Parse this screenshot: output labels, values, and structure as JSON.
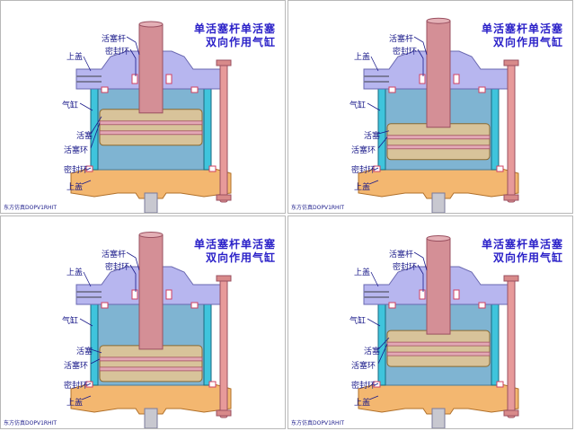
{
  "title_line1": "单活塞杆单活塞",
  "title_line2": "双向作用气缸",
  "labels": {
    "piston_rod": "活塞杆",
    "seal_ring": "密封环",
    "top_cover": "上盖",
    "cylinder": "气缸",
    "piston": "活塞",
    "piston_ring": "活塞环",
    "seal_ring_lower": "密封环",
    "bottom_cover": "上盖"
  },
  "credit": "东方仿真DOPV1RHIT",
  "frames": [
    {
      "label": "frame-1",
      "piston_position": 0.6
    },
    {
      "label": "frame-2",
      "piston_position": 0.22
    },
    {
      "label": "frame-3",
      "piston_position": 0.05
    },
    {
      "label": "frame-4",
      "piston_position": 0.45
    }
  ],
  "colors": {
    "title": "#2a20c8",
    "label": "#1a1a8a",
    "rod": "#d48f96",
    "cover": "#b7b6ef",
    "base": "#f3b770",
    "cylinder_wall": "#3fc4dc",
    "chamber": "#7fb4d2",
    "piston": "#d8c39a"
  }
}
